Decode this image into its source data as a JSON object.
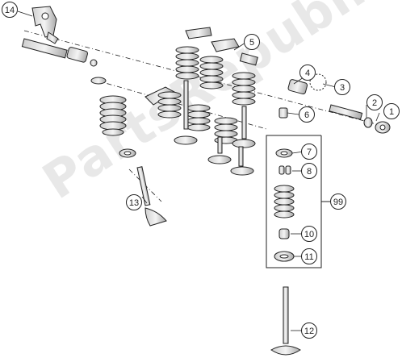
{
  "watermark": "PartsRepublik",
  "callouts": [
    {
      "id": "c1",
      "label": "1"
    },
    {
      "id": "c2",
      "label": "2"
    },
    {
      "id": "c3",
      "label": "3"
    },
    {
      "id": "c4",
      "label": "4"
    },
    {
      "id": "c5",
      "label": "5"
    },
    {
      "id": "c6",
      "label": "6"
    },
    {
      "id": "c7",
      "label": "7"
    },
    {
      "id": "c8",
      "label": "8"
    },
    {
      "id": "c10",
      "label": "10"
    },
    {
      "id": "c11",
      "label": "11"
    },
    {
      "id": "c12",
      "label": "12"
    },
    {
      "id": "c13",
      "label": "13"
    },
    {
      "id": "c14",
      "label": "14"
    },
    {
      "id": "c99",
      "label": "99"
    }
  ],
  "colors": {
    "line": "#222222",
    "part_fill": "#e6e6e6",
    "part_shade": "#bdbdbd",
    "watermark": "#969696"
  }
}
